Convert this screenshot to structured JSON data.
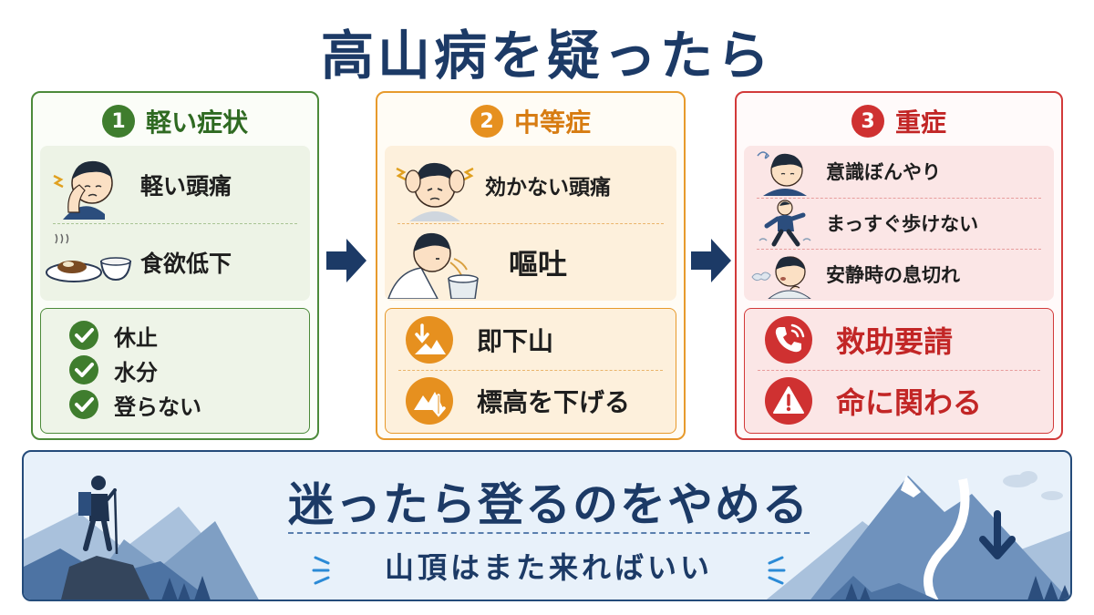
{
  "title": "高山病を疑ったら",
  "colors": {
    "mild": "#3f7d2e",
    "moderate": "#e6901f",
    "severe": "#cf3131",
    "navy": "#1c3a66"
  },
  "levels": [
    {
      "number": "1",
      "title": "軽い症状",
      "symptoms": [
        "軽い頭痛",
        "食欲低下"
      ],
      "actions": [
        "休止",
        "水分",
        "登らない"
      ]
    },
    {
      "number": "2",
      "title": "中等症",
      "symptoms": [
        "効かない頭痛",
        "嘔吐"
      ],
      "actions": [
        "即下山",
        "標高を下げる"
      ]
    },
    {
      "number": "3",
      "title": "重症",
      "symptoms": [
        "意識ぼんやり",
        "まっすぐ歩けない",
        "安静時の息切れ"
      ],
      "actions": [
        "救助要請",
        "命に関わる"
      ]
    }
  ],
  "icons": [
    "headache-icon",
    "meal-icon",
    "check-icon",
    "vomit-icon",
    "descend-icon",
    "lower-altitude-icon",
    "dizzy-icon",
    "stagger-icon",
    "breath-icon",
    "phone-icon",
    "warning-icon",
    "hiker-icon",
    "mountain-icon",
    "down-arrow-icon"
  ],
  "banner": {
    "main": "迷ったら登るのをやめる",
    "sub": "山頂はまた来ればいい"
  }
}
